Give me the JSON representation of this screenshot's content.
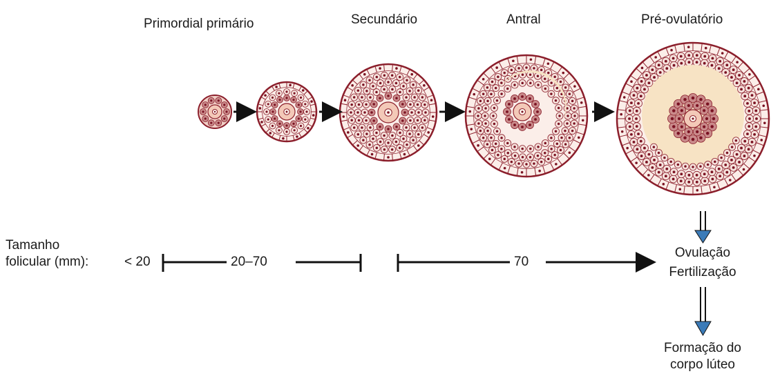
{
  "stages": {
    "primordial_primario": "Primordial primário",
    "secundario": "Secundário",
    "antral": "Antral",
    "pre_ovulatorio": "Pré-ovulatório"
  },
  "size_scale": {
    "label_line1": "Tamanho",
    "label_line2": "folicular (mm):",
    "less_than": "< 20",
    "range": "20–70",
    "upper": "70"
  },
  "outcomes": {
    "ovulacao": "Ovulação",
    "fertilizacao": "Fertilização",
    "formacao_line1": "Formação do",
    "formacao_line2": "corpo lúteo"
  },
  "colors": {
    "outline": "#8b1e2b",
    "cell_fill": "#f6e2dc",
    "nucleus": "#7a1222",
    "oocyte": "#f3c9b8",
    "antrum": "#f7e3c4",
    "blue_arrow": "#3b7bb8"
  }
}
